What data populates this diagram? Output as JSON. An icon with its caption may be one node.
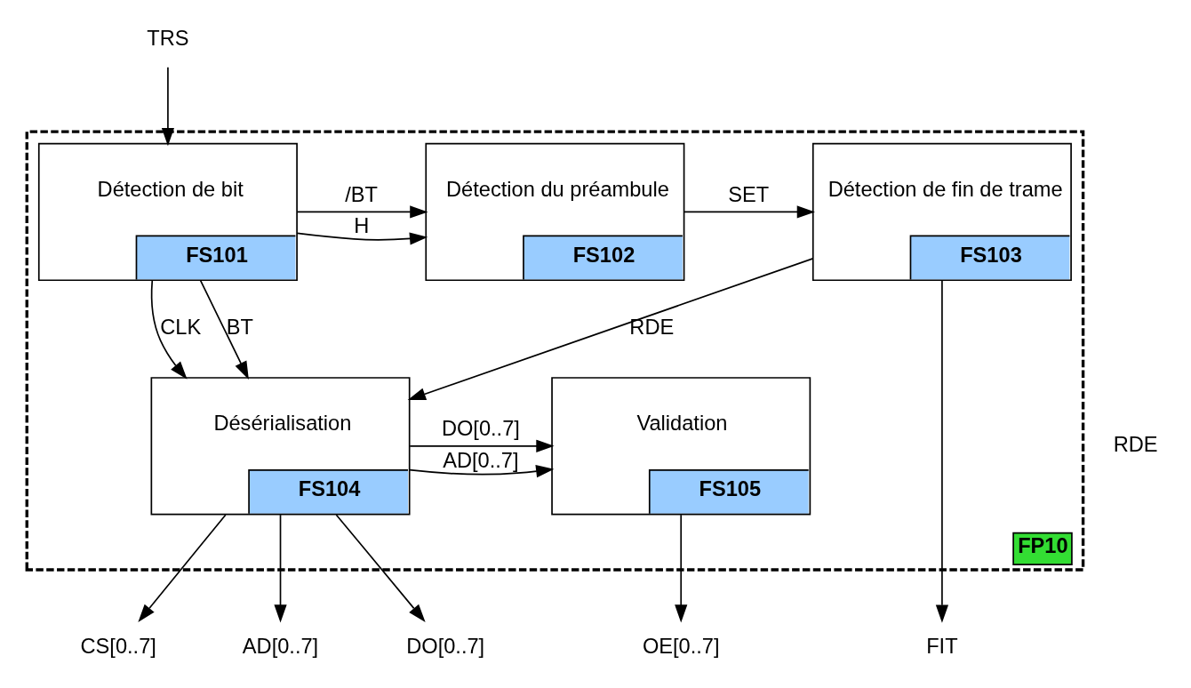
{
  "diagram": {
    "nodes": [
      {
        "text": [
          "FP10"
        ]
      },
      {
        "text": [
          "Détection de bit",
          "FS101"
        ],
        "in": 0
      },
      {
        "text": [
          "Détection du préambule",
          "FS102"
        ],
        "in": 0
      },
      {
        "text": [
          "Détection de fin de trame",
          "FS103"
        ],
        "in": 0
      },
      {
        "text": [
          "Désérialisation",
          "FS104"
        ],
        "in": 0
      },
      {
        "text": [
          "Validation",
          "FS105"
        ],
        "in": 0
      },
      {
        "text": [
          "TRS"
        ]
      },
      {
        "text": [
          "CS[0..7]"
        ]
      },
      {
        "text": [
          "AD[0..7]"
        ]
      },
      {
        "text": [
          "DO[0..7]"
        ]
      },
      {
        "text": [
          "OE[0..7]"
        ]
      },
      {
        "text": [
          "FIT"
        ]
      }
    ],
    "edges": [
      {
        "from": 6,
        "to": 1,
        "arrow": "to"
      },
      {
        "from": 1,
        "to": 2,
        "arrow": "to",
        "label": "H"
      },
      {
        "from": 1,
        "to": 2,
        "arrow": "to",
        "label": "/BT"
      },
      {
        "from": 2,
        "to": 3,
        "arrow": "to",
        "label": "SET"
      },
      {
        "from": 3,
        "to": 4,
        "arrow": "to",
        "label": "RDE"
      },
      {
        "from": 1,
        "to": 4,
        "arrow": "to",
        "label": "CLK"
      },
      {
        "from": 1,
        "to": 4,
        "arrow": "to",
        "label": "BT"
      },
      {
        "from": 4,
        "to": 5,
        "arrow": "to",
        "label": "DO[0..7]"
      },
      {
        "from": 4,
        "to": 5,
        "arrow": "to",
        "label": "AD[0..7]"
      },
      {
        "from": 4,
        "to": 7,
        "arrow": "to"
      },
      {
        "from": 4,
        "to": 8,
        "arrow": "to"
      },
      {
        "from": 4,
        "to": 9,
        "arrow": "to"
      },
      {
        "from": 5,
        "to": 10,
        "arrow": "to"
      },
      {
        "from": 3,
        "to": 11,
        "arrow": "to"
      }
    ],
    "labels": [
      "RDE"
    ]
  }
}
